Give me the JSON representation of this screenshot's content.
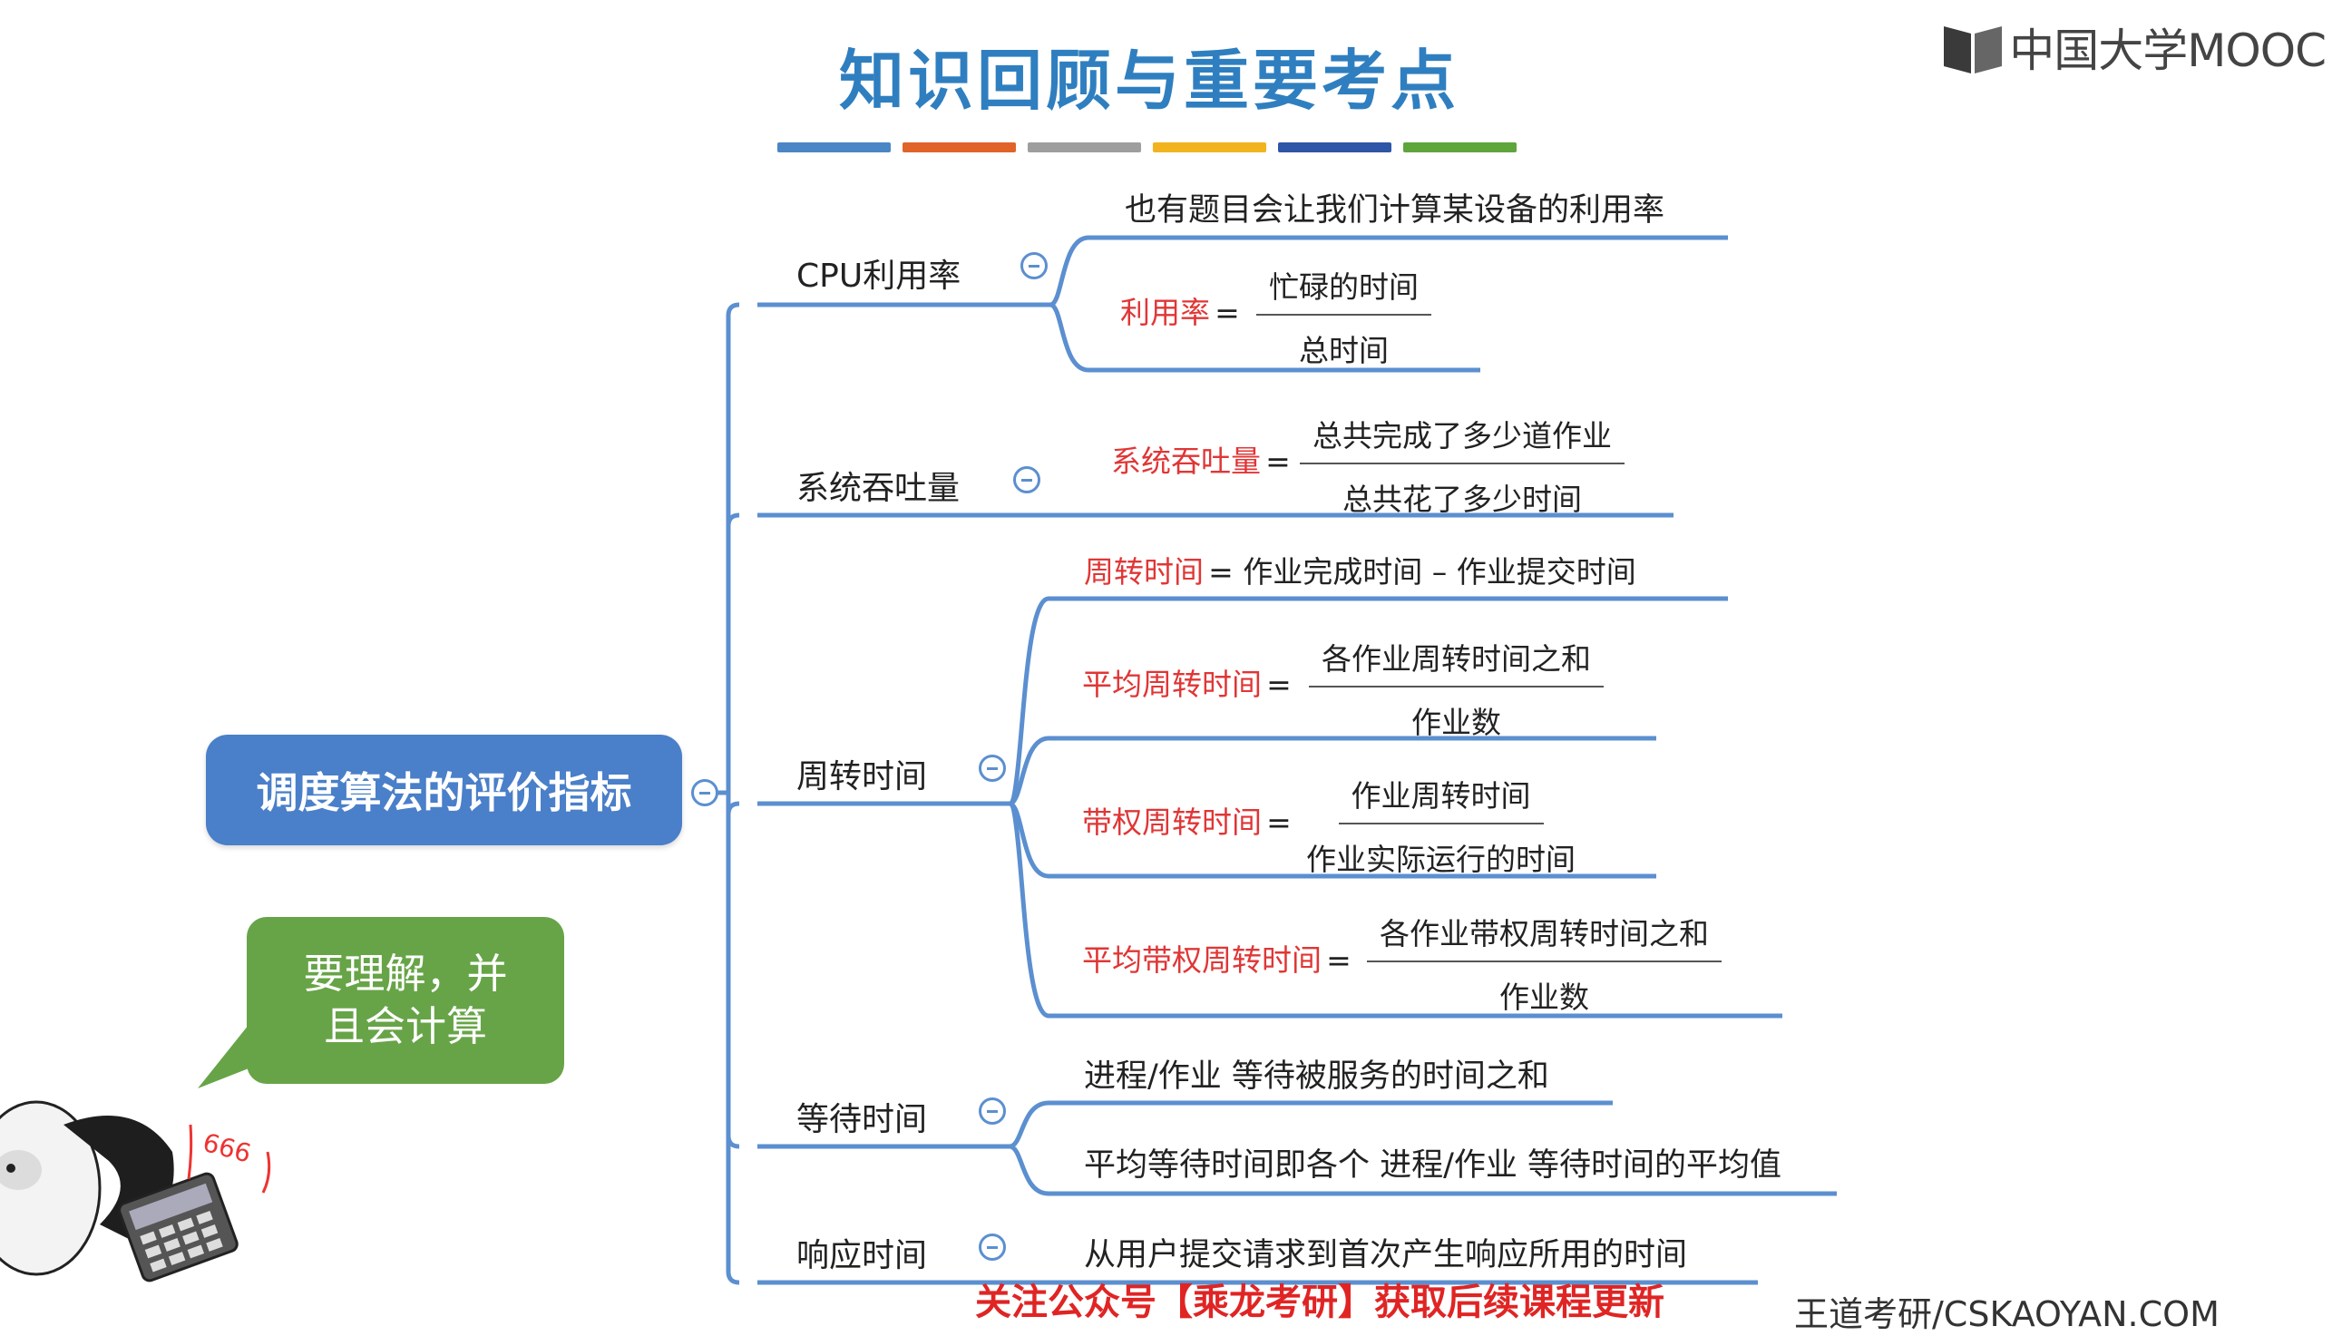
{
  "header": {
    "title": "知识回顾与重要考点",
    "title_color": "#2f7fc0",
    "logo_text": "中国大学MOOC",
    "color_bar": [
      "#4a86c5",
      "#e0642a",
      "#9e9e9e",
      "#f2b31e",
      "#2e55a6",
      "#5ea53c"
    ]
  },
  "mindmap": {
    "root": {
      "label": "调度算法的评价指标",
      "color": "#4a7fc9"
    },
    "branch_color": "#5b8fd0",
    "formula_color": "#e03636",
    "cpu": {
      "label": "CPU利用率",
      "note": "也有题目会让我们计算某设备的利用率",
      "formula_name": "利用率",
      "eq": "=",
      "numerator": "忙碌的时间",
      "denominator": "总时间"
    },
    "throughput": {
      "label": "系统吞吐量",
      "formula_name": "系统吞吐量",
      "eq": "=",
      "numerator": "总共完成了多少道作业",
      "denominator": "总共花了多少时间"
    },
    "turnaround": {
      "label": "周转时间",
      "f1_name": "周转时间",
      "f1_rest": "= 作业完成时间 – 作业提交时间",
      "f2_name": "平均周转时间",
      "f2_eq": "=",
      "f2_num": "各作业周转时间之和",
      "f2_den": "作业数",
      "f3_name": "带权周转时间",
      "f3_eq": "=",
      "f3_num": "作业周转时间",
      "f3_den": "作业实际运行的时间",
      "f4_name": "平均带权周转时间",
      "f4_eq": "=",
      "f4_num": "各作业带权周转时间之和",
      "f4_den": "作业数"
    },
    "waiting": {
      "label": "等待时间",
      "item1": "进程/作业 等待被服务的时间之和",
      "item2": "平均等待时间即各个 进程/作业 等待时间的平均值"
    },
    "response": {
      "label": "响应时间",
      "item1": "从用户提交请求到首次产生响应所用的时间"
    }
  },
  "callout": {
    "line1": "要理解，并",
    "line2": "且会计算",
    "color": "#67a447"
  },
  "mascot": {
    "badge": "666"
  },
  "footer": {
    "notice": "关注公众号【乘龙考研】获取后续课程更新",
    "site": "王道考研/CSKAOYAN.COM"
  }
}
